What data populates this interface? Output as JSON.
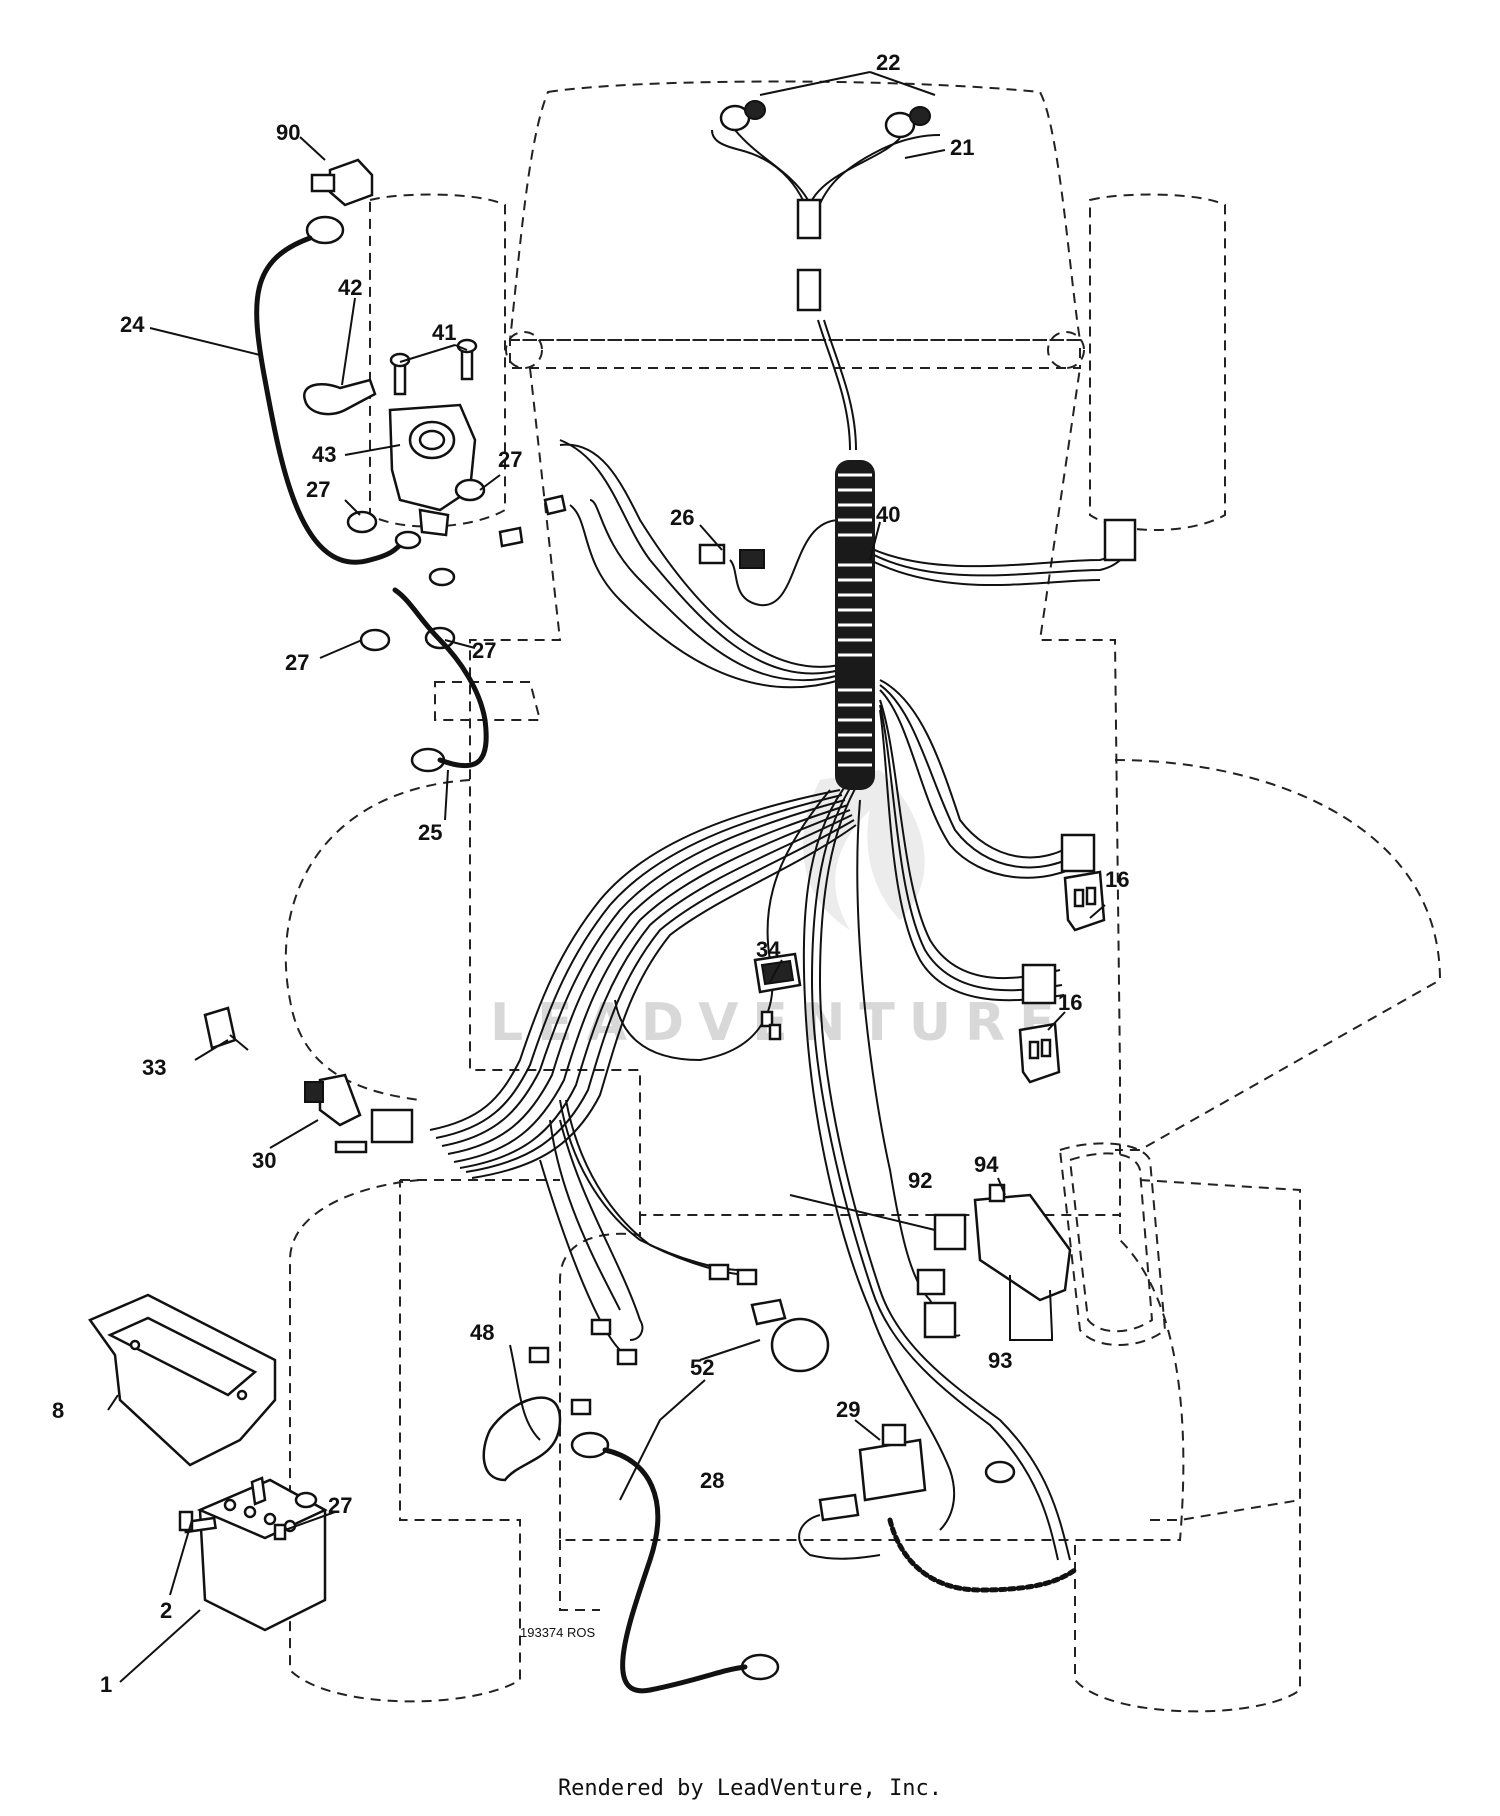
{
  "watermark": "LEADVENTURE",
  "drawing_number": "193374 ROS",
  "footer_text": "Rendered by LeadVenture, Inc.",
  "callouts": [
    {
      "id": "c1",
      "label": "1"
    },
    {
      "id": "c2",
      "label": "2"
    },
    {
      "id": "c8",
      "label": "8"
    },
    {
      "id": "c16a",
      "label": "16"
    },
    {
      "id": "c16b",
      "label": "16"
    },
    {
      "id": "c21",
      "label": "21"
    },
    {
      "id": "c22",
      "label": "22"
    },
    {
      "id": "c24",
      "label": "24"
    },
    {
      "id": "c25",
      "label": "25"
    },
    {
      "id": "c26",
      "label": "26"
    },
    {
      "id": "c27a",
      "label": "27"
    },
    {
      "id": "c27b",
      "label": "27"
    },
    {
      "id": "c27c",
      "label": "27"
    },
    {
      "id": "c27d",
      "label": "27"
    },
    {
      "id": "c27e",
      "label": "27"
    },
    {
      "id": "c28",
      "label": "28"
    },
    {
      "id": "c29",
      "label": "29"
    },
    {
      "id": "c30",
      "label": "30"
    },
    {
      "id": "c33",
      "label": "33"
    },
    {
      "id": "c34",
      "label": "34"
    },
    {
      "id": "c40",
      "label": "40"
    },
    {
      "id": "c41",
      "label": "41"
    },
    {
      "id": "c42",
      "label": "42"
    },
    {
      "id": "c43",
      "label": "43"
    },
    {
      "id": "c48",
      "label": "48"
    },
    {
      "id": "c52",
      "label": "52"
    },
    {
      "id": "c90",
      "label": "90"
    },
    {
      "id": "c92",
      "label": "92"
    },
    {
      "id": "c93",
      "label": "93"
    },
    {
      "id": "c94",
      "label": "94"
    }
  ]
}
